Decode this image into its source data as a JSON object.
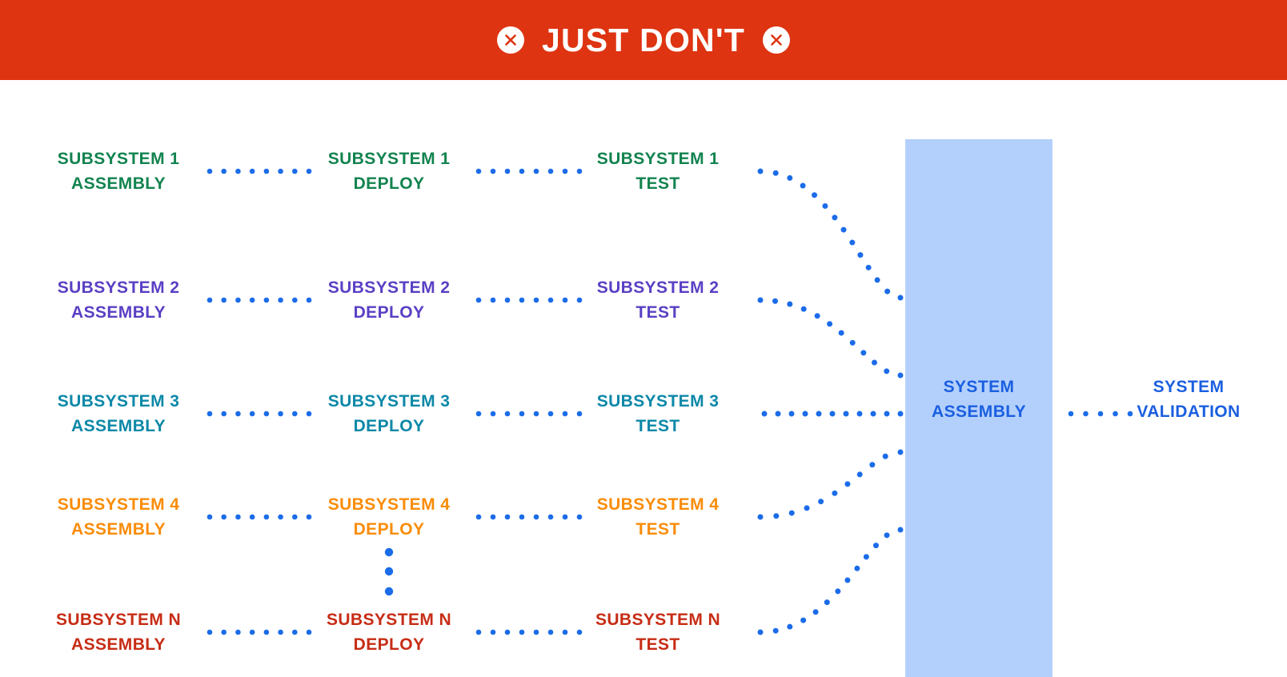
{
  "banner": {
    "title": "JUST DON'T",
    "background": "#de3412",
    "text_color": "#ffffff",
    "left_icon": "circle-x-icon",
    "right_icon": "circle-x-icon"
  },
  "diagram": {
    "type": "flow",
    "connector_color": "#1b6ce8",
    "assembly_band": {
      "label_line1": "SYSTEM",
      "label_line2": "ASSEMBLY",
      "fill": "#b3d0fc",
      "text_color": "#1b5fe0"
    },
    "validation": {
      "label_line1": "SYSTEM",
      "label_line2": "VALIDATION",
      "text_color": "#1b5fe0"
    },
    "stage_names": [
      "ASSEMBLY",
      "DEPLOY",
      "TEST"
    ],
    "vertical_ellipsis": "three-dots",
    "rows": [
      {
        "name": "SUBSYSTEM 1",
        "color": "#12834f",
        "cells": [
          {
            "line1": "SUBSYSTEM 1",
            "line2": "ASSEMBLY"
          },
          {
            "line1": "SUBSYSTEM 1",
            "line2": "DEPLOY"
          },
          {
            "line1": "SUBSYSTEM 1",
            "line2": "TEST"
          }
        ]
      },
      {
        "name": "SUBSYSTEM 2",
        "color": "#5b3fc4",
        "cells": [
          {
            "line1": "SUBSYSTEM 2",
            "line2": "ASSEMBLY"
          },
          {
            "line1": "SUBSYSTEM 2",
            "line2": "DEPLOY"
          },
          {
            "line1": "SUBSYSTEM 2",
            "line2": "TEST"
          }
        ]
      },
      {
        "name": "SUBSYSTEM 3",
        "color": "#0c88a8",
        "cells": [
          {
            "line1": "SUBSYSTEM 3",
            "line2": "ASSEMBLY"
          },
          {
            "line1": "SUBSYSTEM 3",
            "line2": "DEPLOY"
          },
          {
            "line1": "SUBSYSTEM 3",
            "line2": "TEST"
          }
        ]
      },
      {
        "name": "SUBSYSTEM 4",
        "color": "#fa8c08",
        "cells": [
          {
            "line1": "SUBSYSTEM 4",
            "line2": "ASSEMBLY"
          },
          {
            "line1": "SUBSYSTEM 4",
            "line2": "DEPLOY"
          },
          {
            "line1": "SUBSYSTEM 4",
            "line2": "TEST"
          }
        ]
      },
      {
        "name": "SUBSYSTEM N",
        "color": "#c72c15",
        "cells": [
          {
            "line1": "SUBSYSTEM N",
            "line2": "ASSEMBLY"
          },
          {
            "line1": "SUBSYSTEM N",
            "line2": "DEPLOY"
          },
          {
            "line1": "SUBSYSTEM N",
            "line2": "TEST"
          }
        ]
      }
    ]
  }
}
